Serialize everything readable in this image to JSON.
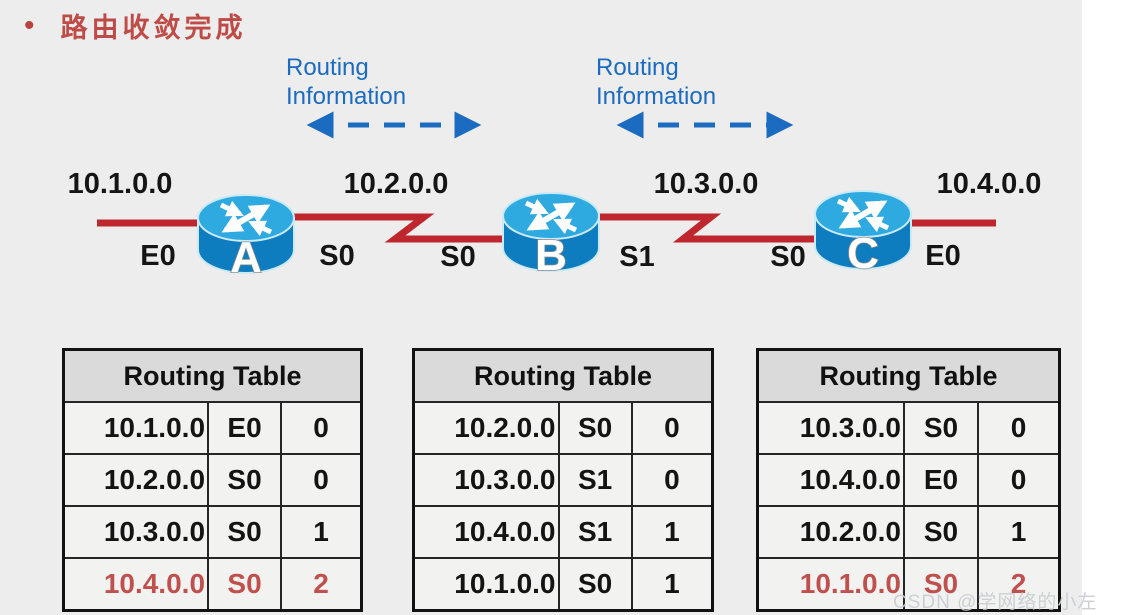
{
  "title": {
    "bullet": "•",
    "text": "路由收敛完成"
  },
  "routing_information_labels": [
    {
      "line1": "Routing",
      "line2": "Information"
    },
    {
      "line1": "Routing",
      "line2": "Information"
    }
  ],
  "topology": {
    "networks": [
      "10.1.0.0",
      "10.2.0.0",
      "10.3.0.0",
      "10.4.0.0"
    ],
    "routers": [
      {
        "name": "A",
        "left_interface": "E0",
        "right_interface": "S0"
      },
      {
        "name": "B",
        "left_interface": "S0",
        "right_interface": "S1"
      },
      {
        "name": "C",
        "left_interface": "S0",
        "right_interface": "E0"
      }
    ]
  },
  "tables": [
    {
      "title": "Routing Table",
      "rows": [
        {
          "network": "10.1.0.0",
          "interface": "E0",
          "hops": "0",
          "highlight": false
        },
        {
          "network": "10.2.0.0",
          "interface": "S0",
          "hops": "0",
          "highlight": false
        },
        {
          "network": "10.3.0.0",
          "interface": "S0",
          "hops": "1",
          "highlight": false
        },
        {
          "network": "10.4.0.0",
          "interface": "S0",
          "hops": "2",
          "highlight": true
        }
      ]
    },
    {
      "title": "Routing Table",
      "rows": [
        {
          "network": "10.2.0.0",
          "interface": "S0",
          "hops": "0",
          "highlight": false
        },
        {
          "network": "10.3.0.0",
          "interface": "S1",
          "hops": "0",
          "highlight": false
        },
        {
          "network": "10.4.0.0",
          "interface": "S1",
          "hops": "1",
          "highlight": false
        },
        {
          "network": "10.1.0.0",
          "interface": "S0",
          "hops": "1",
          "highlight": false
        }
      ]
    },
    {
      "title": "Routing Table",
      "rows": [
        {
          "network": "10.3.0.0",
          "interface": "S0",
          "hops": "0",
          "highlight": false
        },
        {
          "network": "10.4.0.0",
          "interface": "E0",
          "hops": "0",
          "highlight": false
        },
        {
          "network": "10.2.0.0",
          "interface": "S0",
          "hops": "1",
          "highlight": false
        },
        {
          "network": "10.1.0.0",
          "interface": "S0",
          "hops": "2",
          "highlight": true
        }
      ]
    }
  ],
  "watermark": "CSDN @学网络的小左",
  "colors": {
    "background": "#EDEDED",
    "title_red": "#BF4B47",
    "link_red": "#BE272E",
    "info_blue": "#1B6BC0",
    "router_top": "#2FAAE1",
    "router_body": "#0E7DBF",
    "highlight_row_text": "#C0504D",
    "table_header_bg": "#DADADA"
  }
}
